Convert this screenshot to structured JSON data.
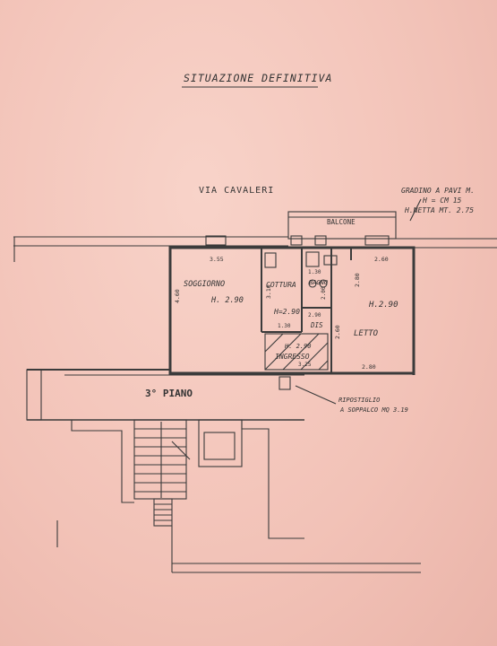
{
  "title": "SITUAZIONE DEFINITIVA",
  "street": "VIA CAVALERI",
  "notes": {
    "line1": "GRADINO A PAVI M.",
    "line2": "H = CM 15",
    "line3": "H.NETTA MT. 2.75"
  },
  "balcony": "BALCONE",
  "floor_label": "3° PIANO",
  "rooms": {
    "soggiorno": {
      "name": "SOGGIORNO",
      "height": "H. 2.90"
    },
    "cottura": {
      "name": "COTTURA",
      "height": "H=2.90"
    },
    "bagno": {
      "name": "BAGNO"
    },
    "dis": {
      "name": "DIS"
    },
    "letto": {
      "name": "LETTO",
      "height": "H.2.90"
    },
    "ingresso": {
      "name": "INGRESSO",
      "height": "H. 2.90"
    }
  },
  "dims": {
    "soggiorno_top": "3.55",
    "soggiorno_side": "4.60",
    "cottura_side": "3.10",
    "cottura_bottom": "1.30",
    "bagno_w": "1.30",
    "bagno_h": "2.00",
    "dis_w": "2.90",
    "letto_top": "2.60",
    "letto_side1": "2.80",
    "letto_side2": "2.60",
    "letto_bottom": "2.80",
    "ingresso_w": "3.25"
  },
  "ripostiglio": {
    "line1": "RIPOSTIGLIO",
    "line2": "A SOPPALCO  MQ 3.19"
  }
}
